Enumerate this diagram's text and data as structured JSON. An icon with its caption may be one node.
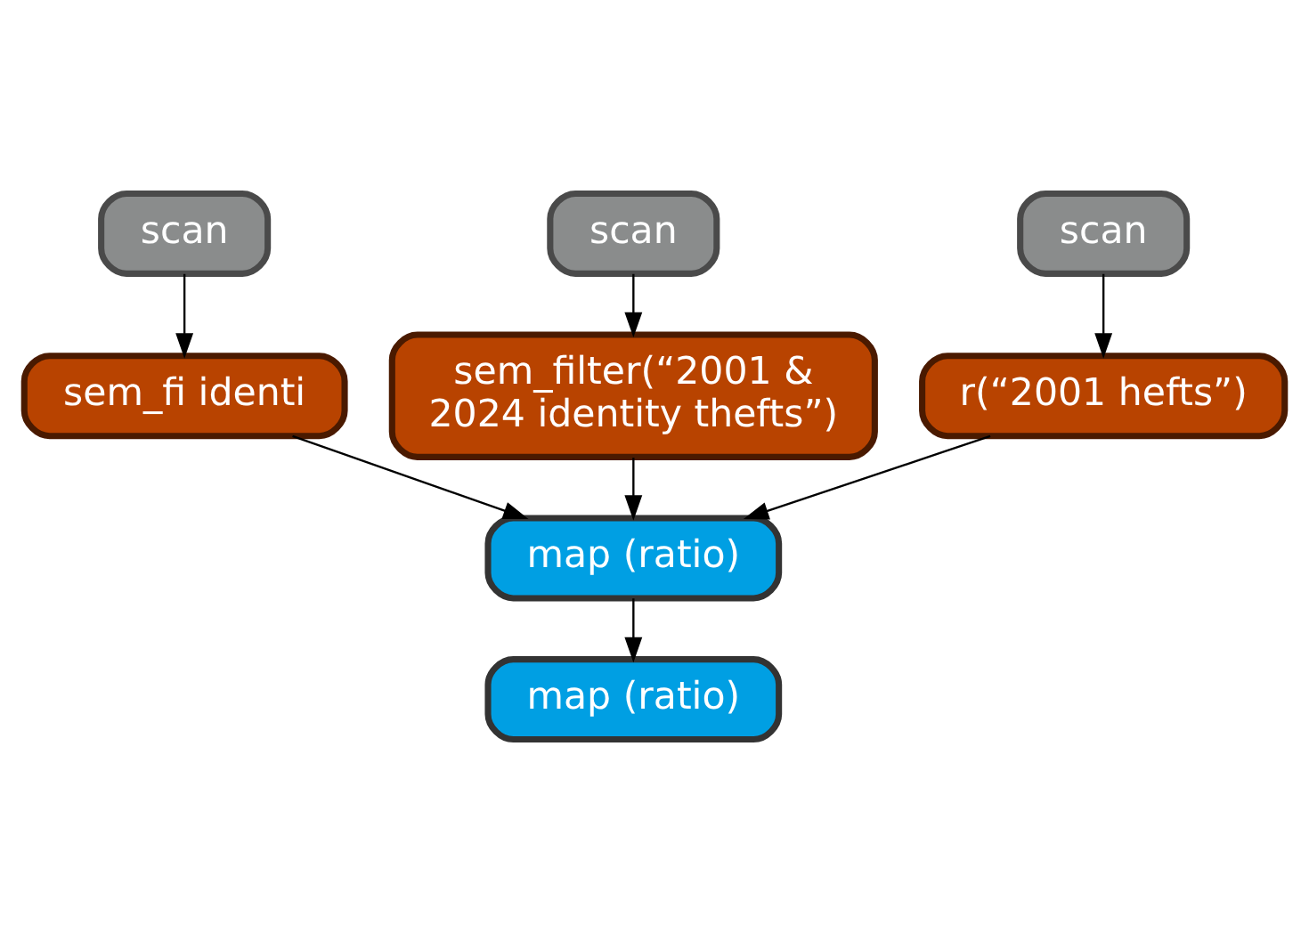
{
  "diagram": {
    "nodes": [
      {
        "text": [
          "scan"
        ]
      },
      {
        "text": [
          "scan"
        ]
      },
      {
        "text": [
          "scan"
        ]
      },
      {
        "text": [
          "sem_fi identi"
        ]
      },
      {
        "text": [
          "sem_filter(“2001 & 2024 identity thefts”)"
        ]
      },
      {
        "text": [
          "r(“2001 hefts”)"
        ]
      },
      {
        "text": [
          "map (ratio)"
        ]
      },
      {
        "text": [
          "map (ratio)"
        ]
      }
    ],
    "edges": [
      {
        "from": 0,
        "to": 3,
        "arrow": "to"
      },
      {
        "from": 1,
        "to": 4,
        "arrow": "to"
      },
      {
        "from": 2,
        "to": 5,
        "arrow": "to"
      },
      {
        "from": 3,
        "to": 6,
        "arrow": "to"
      },
      {
        "from": 4,
        "to": 6,
        "arrow": "to"
      },
      {
        "from": 5,
        "to": 6,
        "arrow": "to"
      },
      {
        "from": 6,
        "to": 7,
        "arrow": "to"
      }
    ]
  }
}
